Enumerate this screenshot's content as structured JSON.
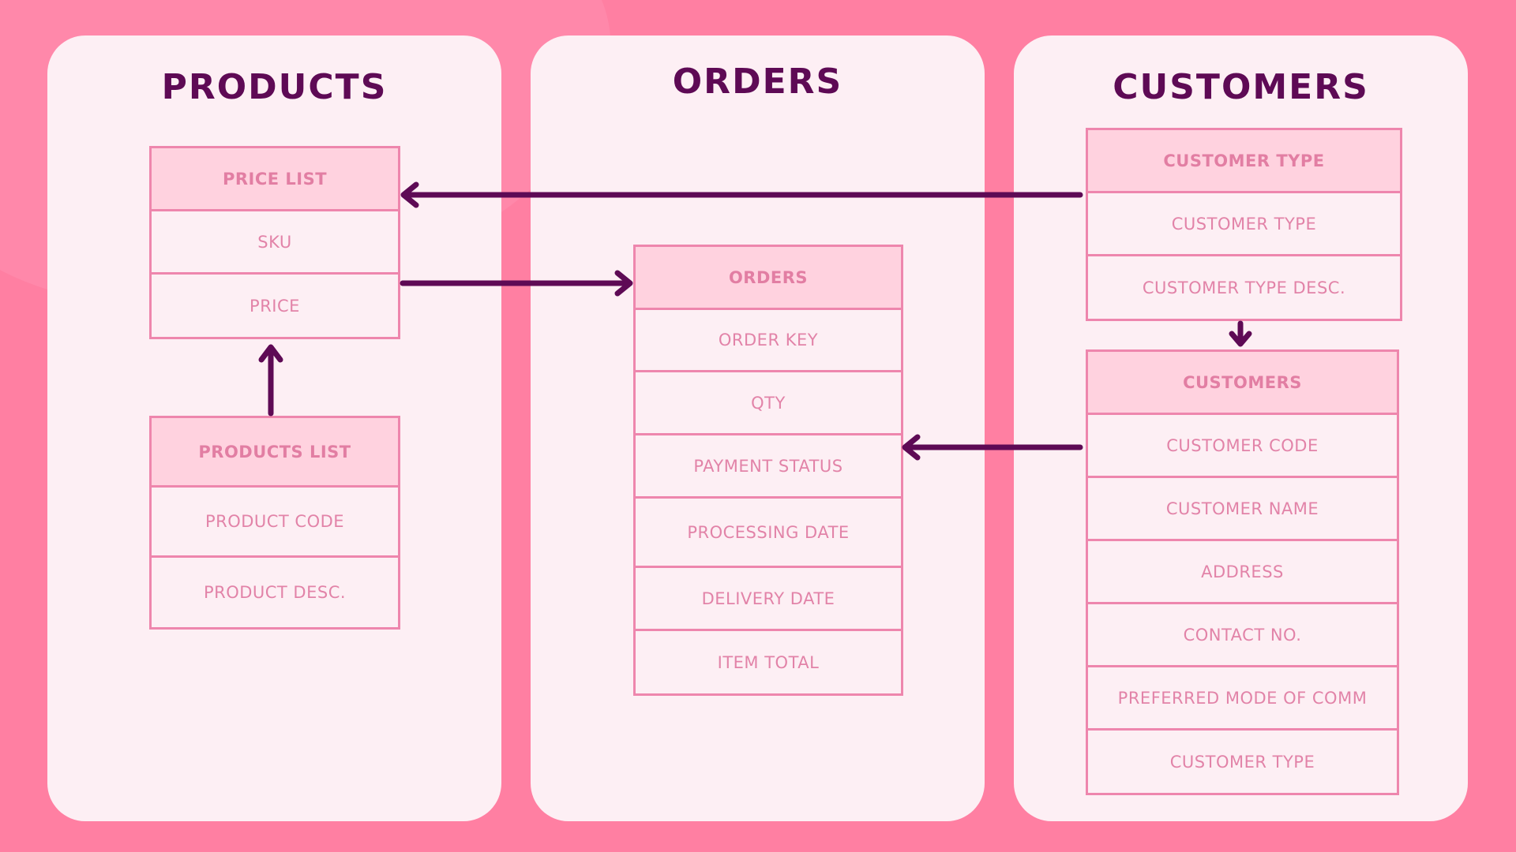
{
  "panels": {
    "products": {
      "title": "PRODUCTS"
    },
    "orders": {
      "title": "ORDERS"
    },
    "customers": {
      "title": "CUSTOMERS"
    }
  },
  "tables": {
    "price_list": {
      "header": "PRICE LIST",
      "fields": [
        "SKU",
        "PRICE"
      ]
    },
    "products_list": {
      "header": "PRODUCTS LIST",
      "fields": [
        "PRODUCT CODE",
        "PRODUCT DESC."
      ]
    },
    "orders": {
      "header": "ORDERS",
      "fields": [
        "ORDER KEY",
        "QTY",
        "PAYMENT STATUS",
        "PROCESSING DATE",
        "DELIVERY DATE",
        "ITEM TOTAL"
      ]
    },
    "customer_type": {
      "header": "CUSTOMER TYPE",
      "fields": [
        "CUSTOMER TYPE",
        "CUSTOMER TYPE DESC."
      ]
    },
    "customers": {
      "header": "CUSTOMERS",
      "fields": [
        "CUSTOMER CODE",
        "CUSTOMER NAME",
        "ADDRESS",
        "CONTACT NO.",
        "PREFERRED MODE OF COMM",
        "CUSTOMER TYPE"
      ]
    }
  },
  "colors": {
    "background": "#ff7fa2",
    "panel": "#fdeff4",
    "title": "#5e0a55",
    "table_border": "#ee86ad",
    "header_fill": "#ffd2df",
    "field_text": "#e283a8",
    "arrow": "#5e0a55"
  }
}
